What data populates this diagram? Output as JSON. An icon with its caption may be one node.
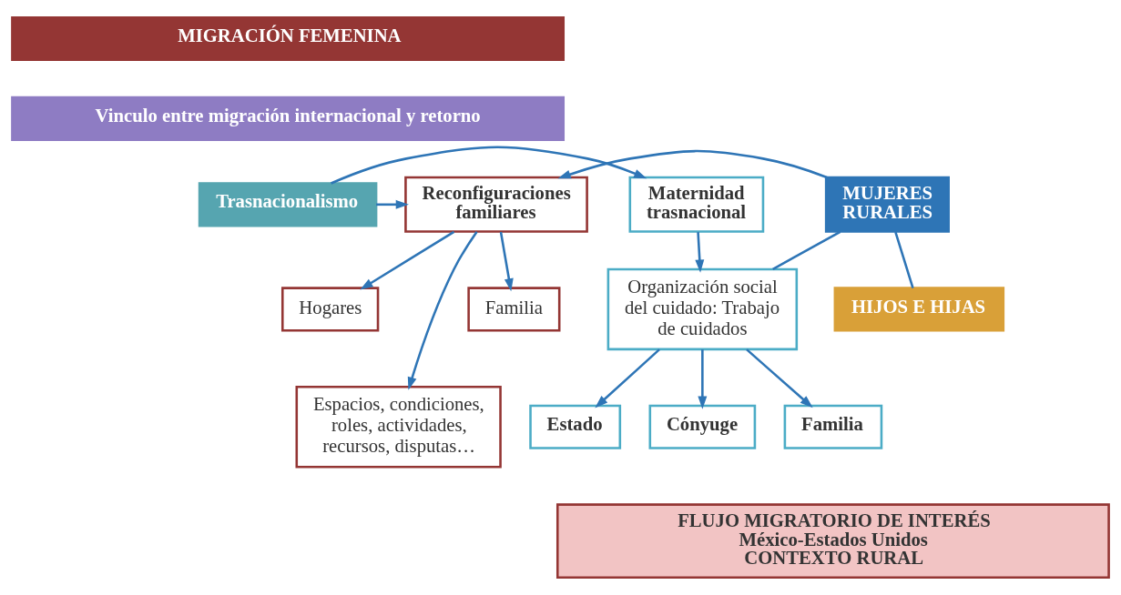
{
  "diagram": {
    "nodes": [
      {
        "text": [
          "MIGRACIÓN FEMENINA"
        ]
      },
      {
        "text": [
          "Vinculo entre migración internacional y retorno"
        ]
      },
      {
        "text": [
          "Trasnacionalismo"
        ]
      },
      {
        "text": [
          "Reconfiguraciones familiares"
        ]
      },
      {
        "text": [
          "Maternidad trasnacional"
        ]
      },
      {
        "text": [
          "Familia"
        ]
      },
      {
        "text": [
          "Hogares"
        ]
      },
      {
        "text": [
          "MUJERES RURALES"
        ]
      },
      {
        "text": [
          "Organización social del cuidado: Trabajo de cuidados"
        ]
      },
      {
        "text": [
          "Espacios, condiciones, roles, actividades, recursos, disputas…"
        ]
      },
      {
        "text": [
          "HIJOS E HIJAS"
        ]
      },
      {
        "text": [
          "Cónyuge"
        ]
      },
      {
        "text": [
          "Familia"
        ]
      },
      {
        "text": [
          "Estado"
        ]
      },
      {
        "text": [
          "FLUJO MIGRATORIO DE INTERÉS México-Estados Unidos CONTEXTO RURAL"
        ]
      }
    ],
    "edges": [
      {
        "from": 2,
        "to": 3,
        "arrow": "to"
      },
      {
        "from": 2,
        "to": 4,
        "arrow": "to"
      },
      {
        "from": 7,
        "to": 3,
        "arrow": "to"
      },
      {
        "from": 3,
        "to": 5,
        "arrow": "to"
      },
      {
        "from": 3,
        "to": 6,
        "arrow": "to"
      },
      {
        "from": 3,
        "to": 9,
        "arrow": "to"
      },
      {
        "from": 4,
        "to": 8,
        "arrow": "to"
      },
      {
        "from": 7,
        "to": 8,
        "arrow": "none"
      },
      {
        "from": 7,
        "to": 10,
        "arrow": "none"
      },
      {
        "from": 8,
        "to": 11,
        "arrow": "to"
      },
      {
        "from": 8,
        "to": 12,
        "arrow": "to"
      },
      {
        "from": 8,
        "to": 13,
        "arrow": "to"
      }
    ]
  }
}
